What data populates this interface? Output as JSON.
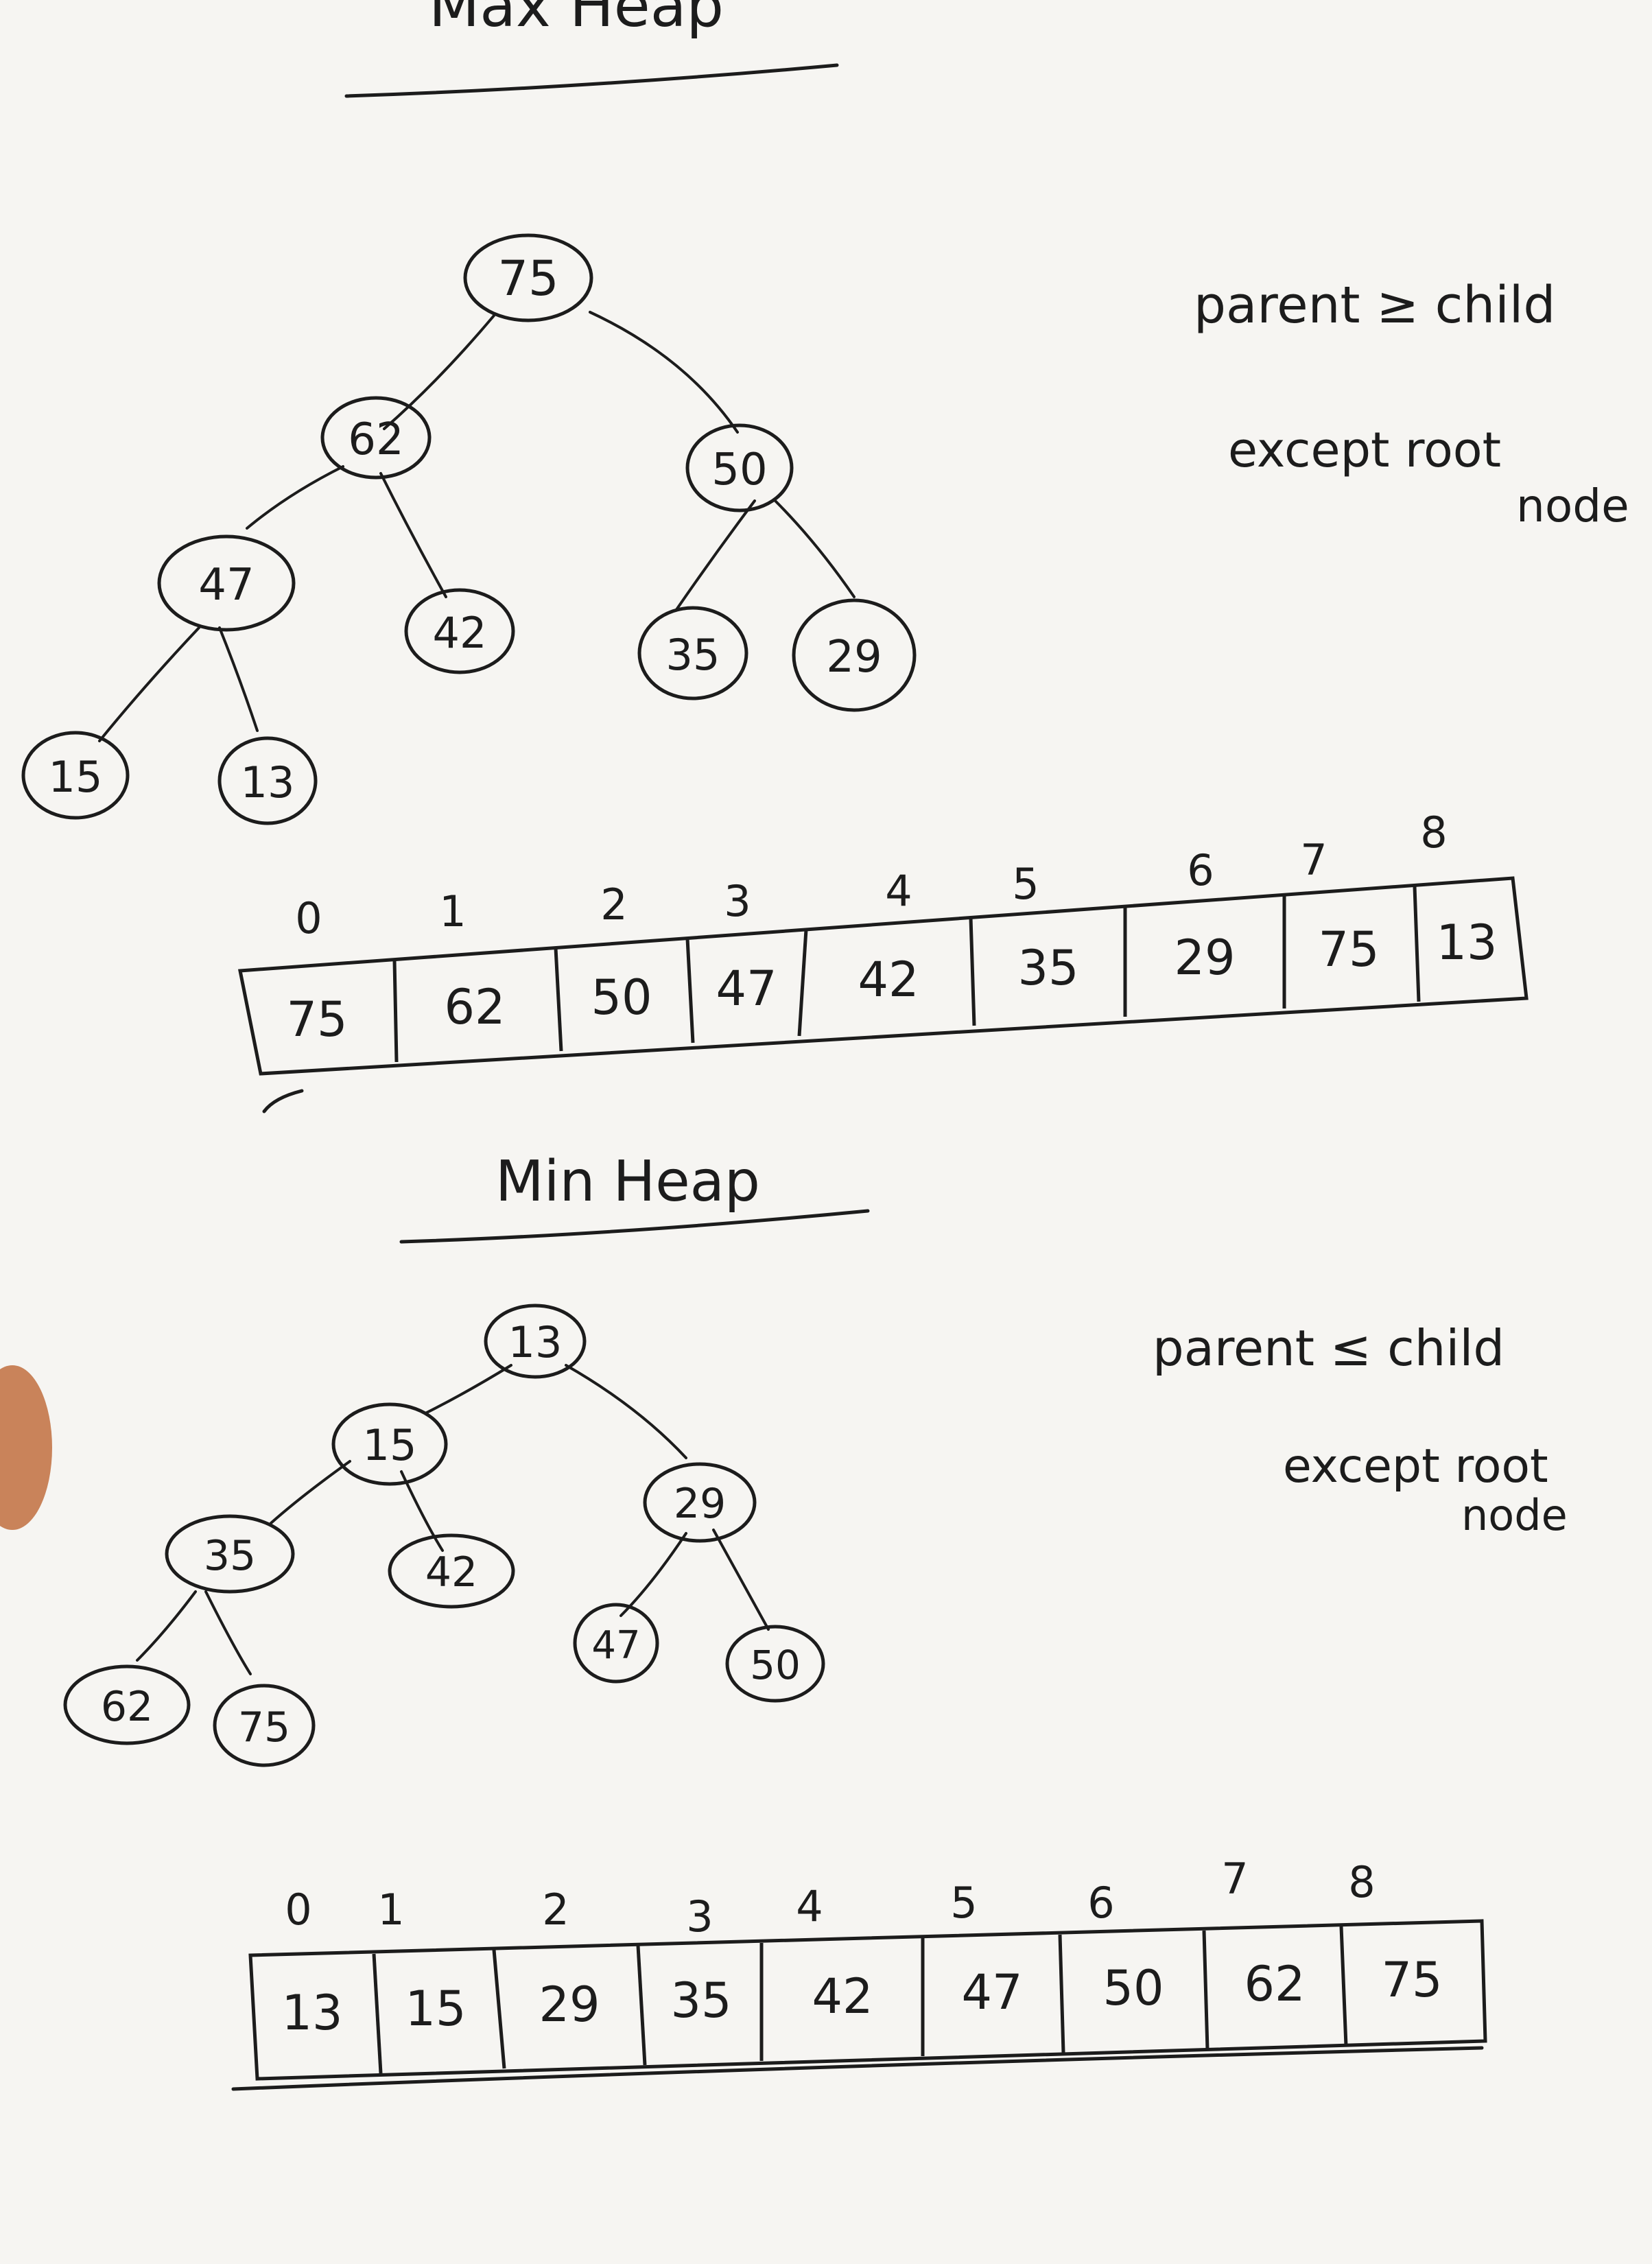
{
  "colors": {
    "paper": "#f6f5f2",
    "ink": "#1c1c1c",
    "smudge": "#c9835a"
  },
  "max_heap": {
    "title": "Max Heap",
    "rule": "parent ≥ child",
    "note_line1": "except root",
    "note_line2": "node",
    "nodes": [
      "75",
      "62",
      "50",
      "47",
      "42",
      "35",
      "29",
      "15",
      "13"
    ],
    "array": {
      "indices": [
        "0",
        "1",
        "2",
        "3",
        "4",
        "5",
        "6",
        "7",
        "8"
      ],
      "values": [
        "75",
        "62",
        "50",
        "47",
        "42",
        "35",
        "29",
        "75",
        "13"
      ]
    }
  },
  "min_heap": {
    "title": "Min Heap",
    "rule": "parent ≤ child",
    "note_line1": "except root",
    "note_line2": "node",
    "nodes": [
      "13",
      "15",
      "29",
      "35",
      "42",
      "47",
      "50",
      "62",
      "75"
    ],
    "array": {
      "indices": [
        "0",
        "1",
        "2",
        "3",
        "4",
        "5",
        "6",
        "7",
        "8"
      ],
      "values": [
        "13",
        "15",
        "29",
        "35",
        "42",
        "47",
        "50",
        "62",
        "75"
      ]
    }
  }
}
